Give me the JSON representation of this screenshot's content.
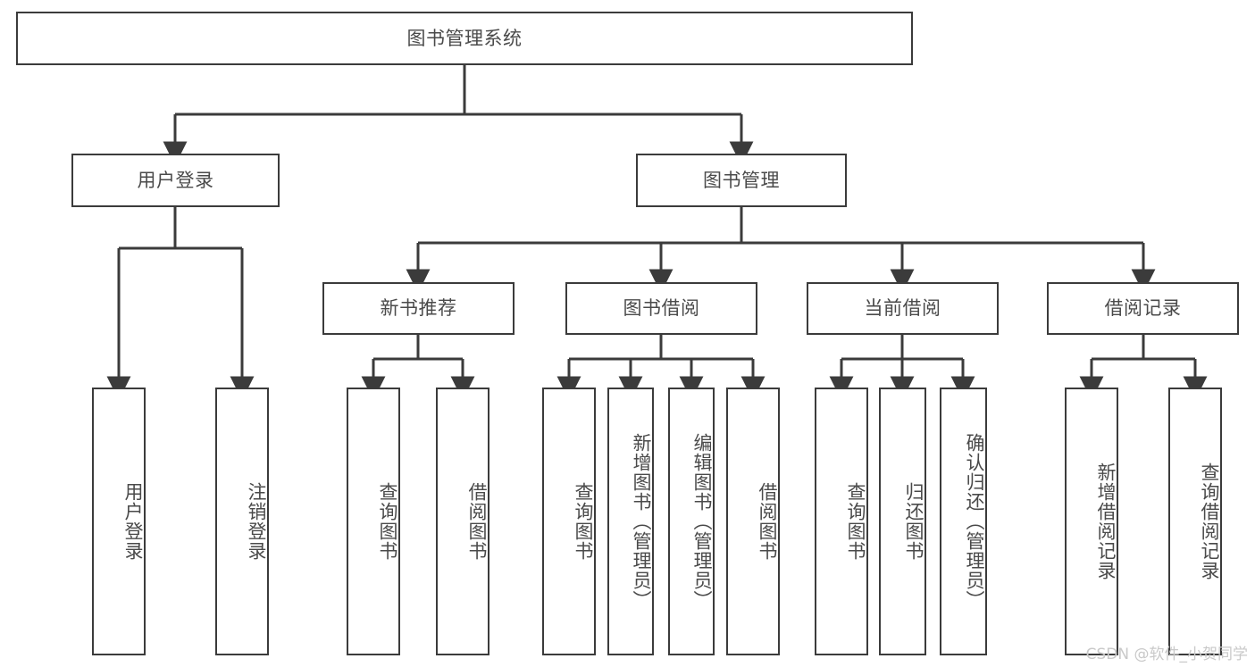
{
  "diagram": {
    "type": "tree",
    "title": "图书管理系统",
    "orientation": "top-down",
    "background_color": "#ffffff",
    "node_border_color": "#3b3b3b",
    "node_text_color": "#4a4a4a",
    "edge_color": "#3b3b3b"
  },
  "nodes": {
    "root": {
      "label": "图书管理系统"
    },
    "level2": [
      {
        "label": "用户登录"
      },
      {
        "label": "图书管理"
      }
    ],
    "level3": [
      {
        "label": "新书推荐"
      },
      {
        "label": "图书借阅"
      },
      {
        "label": "当前借阅"
      },
      {
        "label": "借阅记录"
      }
    ],
    "leaves": [
      {
        "label": "用户登录",
        "parent": "用户登录"
      },
      {
        "label": "注销登录",
        "parent": "用户登录"
      },
      {
        "label": "查询图书",
        "parent": "新书推荐"
      },
      {
        "label": "借阅图书",
        "parent": "新书推荐"
      },
      {
        "label": "查询图书",
        "parent": "图书借阅"
      },
      {
        "label": "新增图书（管理员）",
        "parent": "图书借阅"
      },
      {
        "label": "编辑图书（管理员）",
        "parent": "图书借阅"
      },
      {
        "label": "借阅图书",
        "parent": "图书借阅"
      },
      {
        "label": "查询图书",
        "parent": "当前借阅"
      },
      {
        "label": "归还图书",
        "parent": "当前借阅"
      },
      {
        "label": "确认归还（管理员）",
        "parent": "当前借阅"
      },
      {
        "label": "新增借阅记录",
        "parent": "借阅记录"
      },
      {
        "label": "查询借阅记录",
        "parent": "借阅记录"
      }
    ]
  },
  "watermark": {
    "text": "CSDN @软件_小贺同学"
  }
}
